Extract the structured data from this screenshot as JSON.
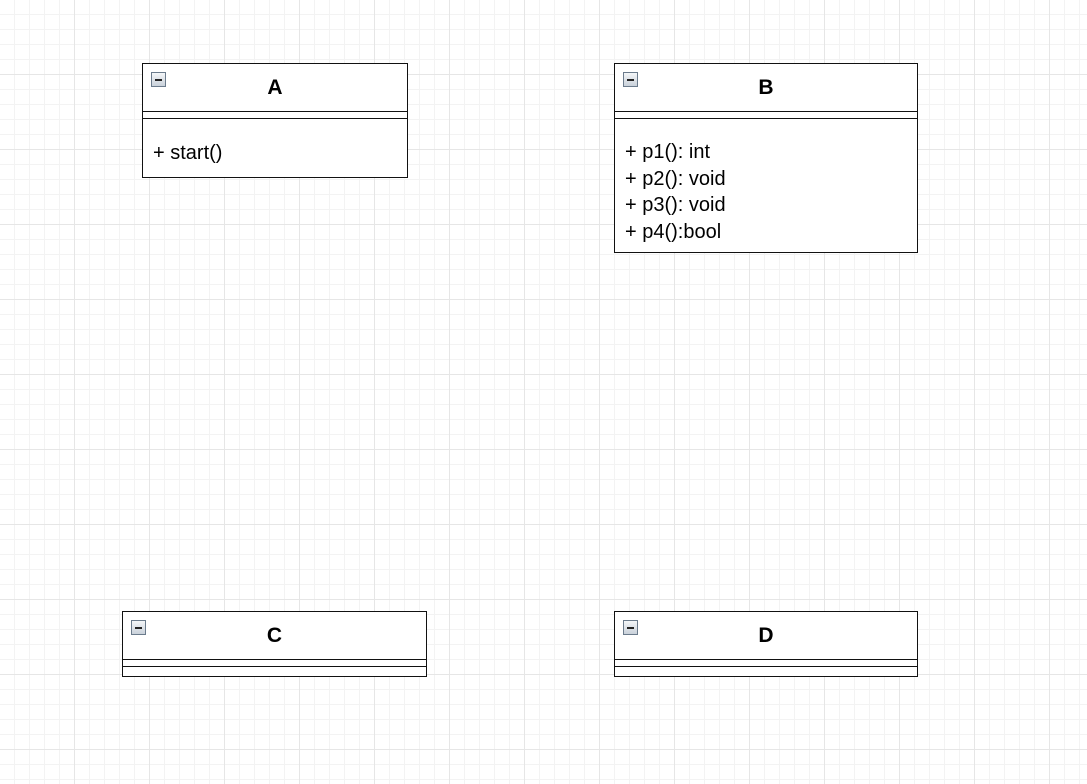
{
  "classes": [
    {
      "name": "A",
      "methods": [
        "+ start()"
      ]
    },
    {
      "name": "B",
      "methods": [
        "+ p1(): int",
        "+ p2(): void",
        "+ p3(): void",
        "+ p4():bool"
      ]
    },
    {
      "name": "C",
      "methods": []
    },
    {
      "name": "D",
      "methods": []
    }
  ]
}
